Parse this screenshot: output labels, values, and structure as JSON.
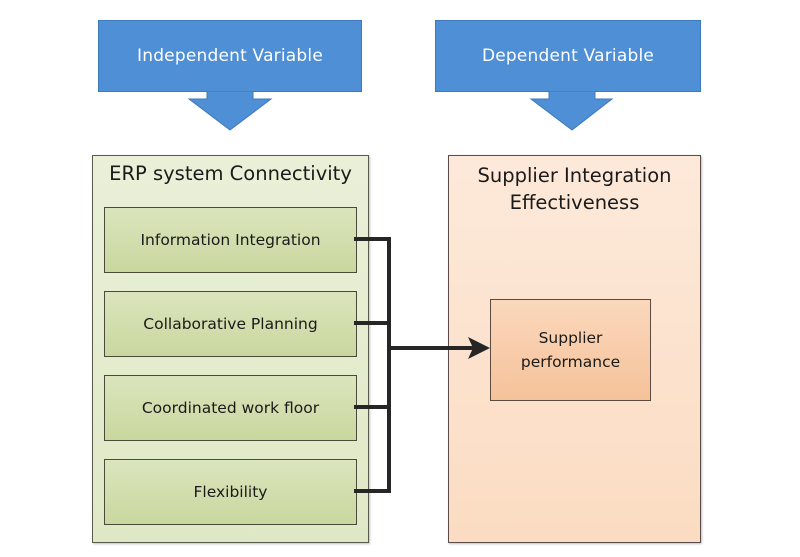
{
  "header": {
    "independent_label": "Independent Variable",
    "dependent_label": "Dependent Variable"
  },
  "independent_group": {
    "title": "ERP system Connectivity",
    "items": [
      {
        "label": "Information Integration"
      },
      {
        "label": "Collaborative Planning"
      },
      {
        "label": "Coordinated work floor"
      },
      {
        "label": "Flexibility"
      }
    ]
  },
  "dependent_group": {
    "title_line1": "Supplier Integration",
    "title_line2": "Effectiveness",
    "outcome_line1": "Supplier",
    "outcome_line2": "performance"
  },
  "colors": {
    "callout_blue": "#4f8fd6",
    "left_group_fill": "#e4ecce",
    "left_item_fill": "#d1ddab",
    "right_group_fill": "#fce3cf",
    "outcome_fill": "#f8cca8",
    "connector": "#262626"
  }
}
